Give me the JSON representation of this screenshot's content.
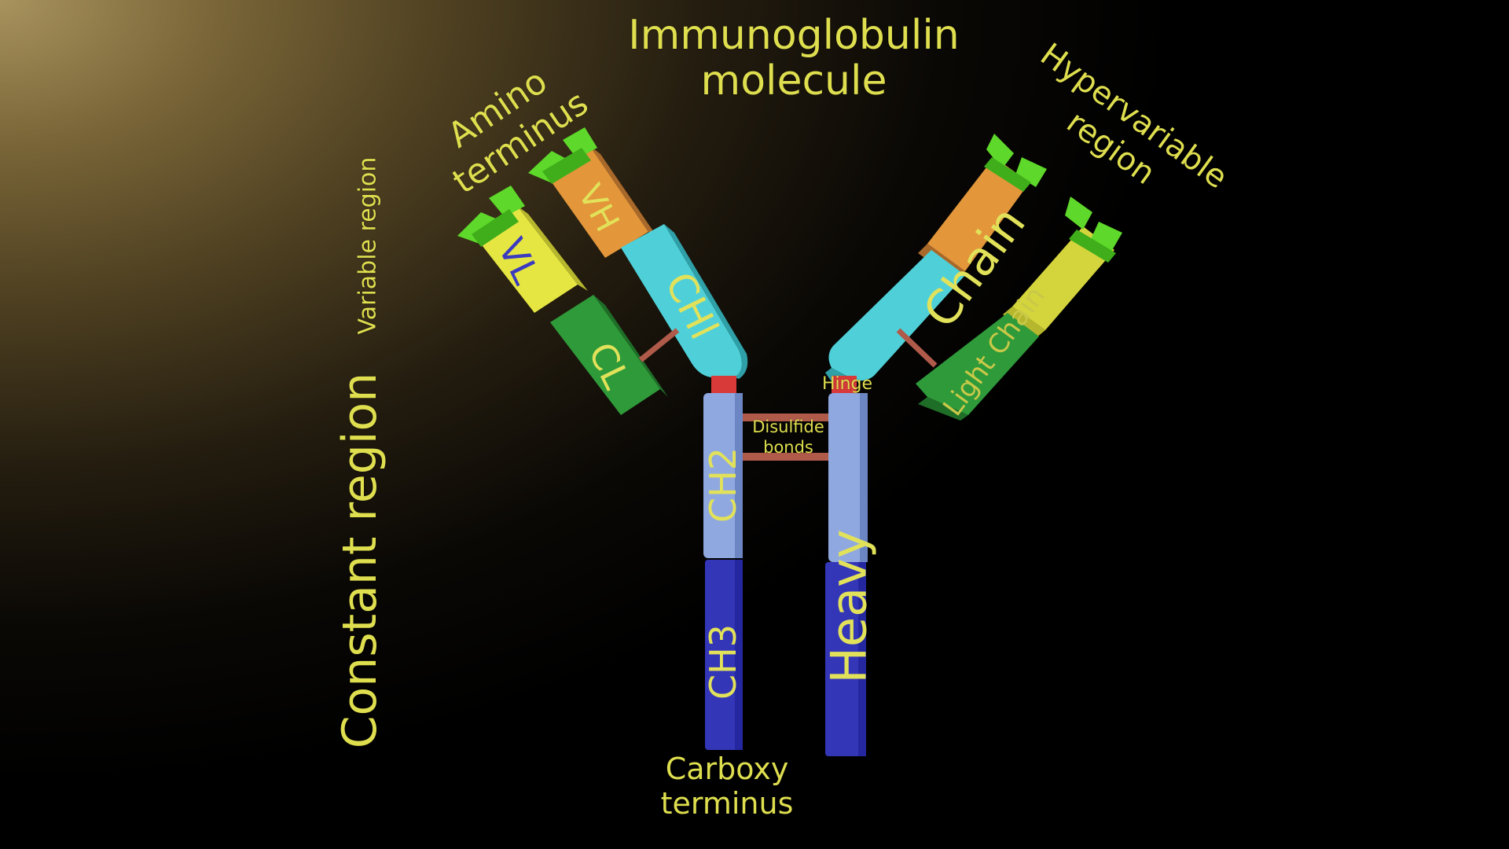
{
  "title": {
    "line1": "Immunoglobulin",
    "line2": "molecule"
  },
  "labels": {
    "amino_line1": "Amino",
    "amino_line2": "terminus",
    "hypervariable_line1": "Hypervariable",
    "hypervariable_line2": "region",
    "variable_region": "Variable region",
    "constant_region": "Constant region",
    "carboxy_line1": "Carboxy",
    "carboxy_line2": "terminus",
    "hinge": "Hinge",
    "disulfide_line1": "Disulfide",
    "disulfide_line2": "bonds"
  },
  "domains": {
    "vl": "VL",
    "cl": "CL",
    "vh": "VH",
    "ch1": "CHl",
    "ch2": "CH2",
    "ch3": "CH3",
    "heavy": "Heavy",
    "chain_heavy": "Chain",
    "light_chain": "Light Chain"
  },
  "colors": {
    "text": "#dede4f",
    "light_variable": "#e6e642",
    "heavy_variable": "#e3963a",
    "light_constant": "#2f9a3a",
    "ch1": "#4fd0d8",
    "ch2": "#8fa8e0",
    "ch3": "#3436b8",
    "hypervariable_tips": "#5ed82a",
    "hinge": "#d83a3a",
    "bonds": "#b05a4a"
  }
}
